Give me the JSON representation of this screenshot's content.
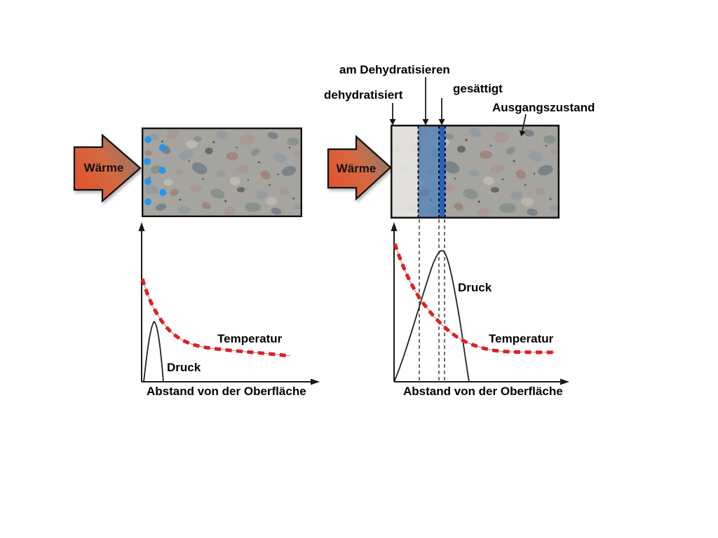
{
  "labels": {
    "heat": "Wärme",
    "dehydrated": "dehydratisiert",
    "dehydrating": "am Dehydratisieren",
    "saturated": "gesättigt",
    "initial_state": "Ausgangszustand",
    "pressure": "Druck",
    "temperature": "Temperatur",
    "x_axis": "Abstand von der Oberfläche"
  },
  "colors": {
    "temperature_curve_red": "#e01f1f",
    "pressure_curve_black": "#222222",
    "water_drop_blue": "#2196f3",
    "saturated_zone_blue": "#1e5ec6",
    "dehydrating_zone_blue": "#3f7cc4",
    "dehydrated_zone_white": "#ebe9e5",
    "heat_arrow_orange": "#e4512a",
    "heat_arrow_tip_gray": "#8b7a6e"
  },
  "figure": {
    "left_specimen": {
      "heat_label": "Wärme",
      "water_droplet_count": 7,
      "description_zones": []
    },
    "right_specimen": {
      "heat_label": "Wärme",
      "zones": [
        "dehydratisiert",
        "am Dehydratisieren",
        "gesättigt",
        "Ausgangszustand"
      ]
    },
    "charts": [
      {
        "type": "line",
        "position": "left",
        "x_axis_label": "Abstand von der Oberfläche",
        "y_axis_label": "",
        "series": [
          {
            "name": "Druck",
            "style": "solid",
            "color": "#222222",
            "shape": "narrow peak very close to the heated surface, zero elsewhere"
          },
          {
            "name": "Temperatur",
            "style": "thick dashed",
            "color": "#e01f1f",
            "shape": "maximum at the surface, steep decay then levels off with distance"
          }
        ],
        "grid": false,
        "legend": "inline text labels"
      },
      {
        "type": "line",
        "position": "right",
        "x_axis_label": "Abstand von der Oberfläche",
        "y_axis_label": "",
        "series": [
          {
            "name": "Druck",
            "style": "solid",
            "color": "#222222",
            "shape": "broad peak deeper inside the specimen, maximum aligned with the saturated zone"
          },
          {
            "name": "Temperatur",
            "style": "thick dashed",
            "color": "#e01f1f",
            "shape": "maximum at the surface, steep decay then levels off with distance"
          }
        ],
        "reference_lines": {
          "style": "vertical dashed gray",
          "count": 3,
          "meaning": "zone boundaries projected from the specimen above"
        },
        "grid": false,
        "legend": "inline text labels"
      }
    ]
  }
}
